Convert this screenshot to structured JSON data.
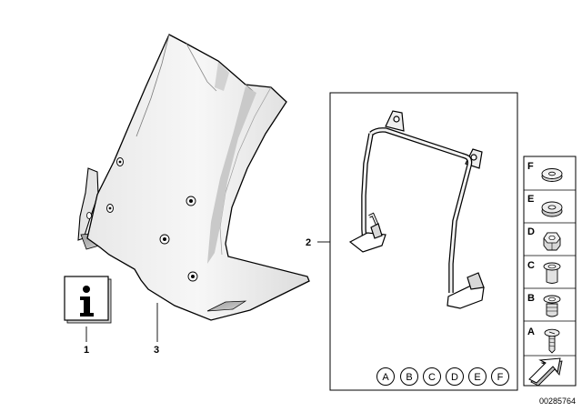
{
  "callouts": {
    "info": "1",
    "bracket": "2",
    "windscreen": "3"
  },
  "hardware_panel": {
    "rows": [
      {
        "letter": "F",
        "icon": "flat-washer-icon"
      },
      {
        "letter": "E",
        "icon": "rubber-washer-icon"
      },
      {
        "letter": "D",
        "icon": "hex-nut-icon"
      },
      {
        "letter": "C",
        "icon": "spacer-sleeve-icon"
      },
      {
        "letter": "B",
        "icon": "rivet-nut-icon"
      },
      {
        "letter": "A",
        "icon": "screw-icon"
      }
    ]
  },
  "bracket_circles": [
    "A",
    "B",
    "C",
    "D",
    "E",
    "F"
  ],
  "info_icon": "info-icon",
  "footer": {
    "doc_id": "00285764"
  },
  "colors": {
    "line": "#000000",
    "part_fill": "#ededed",
    "shade": "#b5b5b5"
  }
}
